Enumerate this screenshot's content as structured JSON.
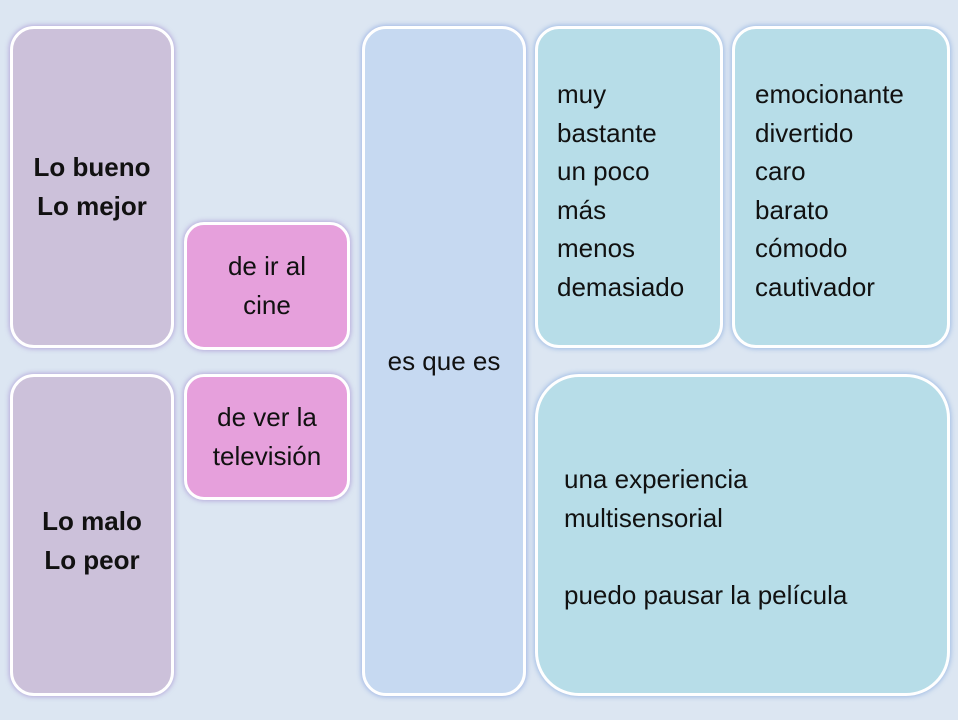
{
  "subjects_positive": {
    "line1": "Lo bueno",
    "line2": "Lo mejor"
  },
  "subjects_negative": {
    "line1": "Lo malo",
    "line2": "Lo peor"
  },
  "activity_cinema": {
    "line1": "de ir al",
    "line2": "cine"
  },
  "activity_tv": {
    "line1": "de ver la",
    "line2": "televisión"
  },
  "connector": {
    "text": "es que es"
  },
  "intensifiers": [
    "muy",
    "bastante",
    "un poco",
    "más",
    "menos",
    "demasiado"
  ],
  "adjectives": [
    "emocionante",
    "divertido",
    "caro",
    "barato",
    "cómodo",
    "cautivador"
  ],
  "phrases": {
    "line1": "una experiencia",
    "line2": "multisensorial",
    "line3": "puedo pausar la película"
  }
}
